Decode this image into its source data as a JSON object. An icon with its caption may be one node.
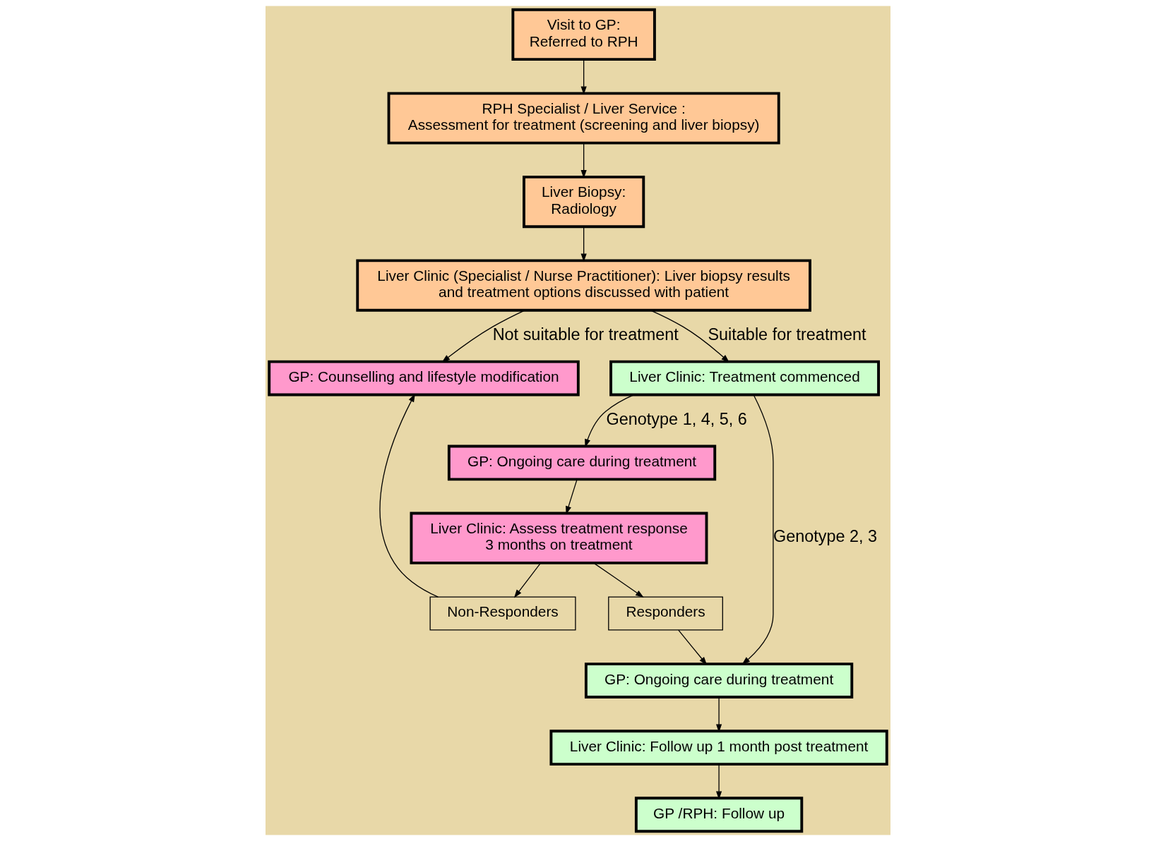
{
  "diagram": {
    "nodes": [
      {
        "text": [
          "Visit to GP:",
          "Referred to RPH"
        ]
      },
      {
        "text": [
          "RPH Specialist / Liver Service :",
          "Assessment for treatment (screening and liver biopsy)"
        ]
      },
      {
        "text": [
          "Liver Biopsy:",
          "Radiology"
        ]
      },
      {
        "text": [
          "Liver Clinic (Specialist / Nurse Practitioner): Liver biopsy results and treatment options discussed with patient"
        ]
      },
      {
        "text": [
          "GP: Counselling and lifestyle modification"
        ]
      },
      {
        "text": [
          "Liver Clinic: Treatment commenced"
        ]
      },
      {
        "text": [
          "GP: Ongoing care during treatment"
        ]
      },
      {
        "text": [
          "Liver Clinic: Assess treatment response 3 months on treatment"
        ]
      },
      {
        "text": [
          "Non-Responders"
        ]
      },
      {
        "text": [
          "Responders"
        ]
      },
      {
        "text": [
          "GP: Ongoing care during treatment"
        ]
      },
      {
        "text": [
          "Liver Clinic: Follow up 1 month post treatment"
        ]
      },
      {
        "text": [
          "GP /RPH: Follow up"
        ]
      }
    ],
    "edges": [
      {
        "from": 0,
        "to": 1,
        "arrow": "to"
      },
      {
        "from": 1,
        "to": 2,
        "arrow": "to"
      },
      {
        "from": 2,
        "to": 3,
        "arrow": "to"
      },
      {
        "from": 3,
        "to": 4,
        "arrow": "to",
        "label": "Not suitable for treatment"
      },
      {
        "from": 3,
        "to": 5,
        "arrow": "to",
        "label": "Suitable for treatment"
      },
      {
        "from": 5,
        "to": 6,
        "arrow": "to",
        "label": "Genotype 1, 4, 5, 6"
      },
      {
        "from": 5,
        "to": 10,
        "arrow": "to",
        "label": "Genotype 2, 3"
      },
      {
        "from": 6,
        "to": 7,
        "arrow": "to"
      },
      {
        "from": 7,
        "to": 8,
        "arrow": "to"
      },
      {
        "from": 7,
        "to": 9,
        "arrow": "to"
      },
      {
        "from": 8,
        "to": 4,
        "arrow": "to"
      },
      {
        "from": 9,
        "to": 10,
        "arrow": "to"
      },
      {
        "from": 10,
        "to": 11,
        "arrow": "to"
      },
      {
        "from": 11,
        "to": 12,
        "arrow": "to"
      }
    ]
  }
}
